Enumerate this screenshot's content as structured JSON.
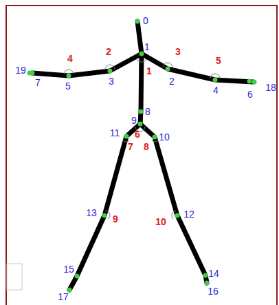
{
  "diagram": {
    "labels": [
      "0",
      "2",
      "3",
      "1",
      "4",
      "5",
      "19",
      "1",
      "3",
      "2",
      "7",
      "5",
      "18",
      "4",
      "6",
      "8",
      "9",
      "11",
      "6",
      "10",
      "7",
      "8",
      "13",
      "12",
      "9",
      "10",
      "15",
      "14",
      "16",
      "17"
    ]
  }
}
